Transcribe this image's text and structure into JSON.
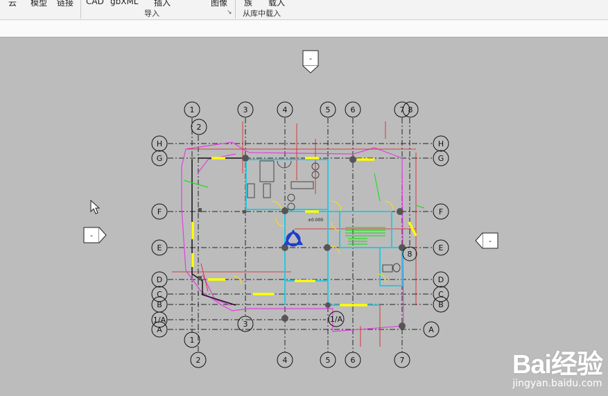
{
  "ribbon": {
    "items": [
      "云",
      "模型",
      "链接",
      "CAD",
      "gbXML",
      "插入",
      "图像",
      "族",
      "载入"
    ],
    "groups": [
      "导入",
      "从库中载入"
    ],
    "launcher": "↘"
  },
  "view": {
    "elevation_markers": [
      "-",
      "-",
      "-"
    ],
    "grid_top": [
      "1",
      "2",
      "3",
      "4",
      "5",
      "6",
      "7",
      "8"
    ],
    "grid_left": [
      "H",
      "G",
      "F",
      "E",
      "D",
      "C",
      "B",
      "1/A",
      "A"
    ],
    "grid_right": [
      "H",
      "G",
      "F",
      "E",
      "D",
      "C",
      "B",
      "A"
    ],
    "grid_bottom": [
      "1",
      "2",
      "3",
      "4",
      "5",
      "6",
      "7"
    ],
    "inner_labels": [
      "1/A",
      "8",
      "3"
    ],
    "level_label": "±0.000"
  },
  "watermark": {
    "logo": "Bai经验",
    "url": "jingyan.baidu.com"
  }
}
